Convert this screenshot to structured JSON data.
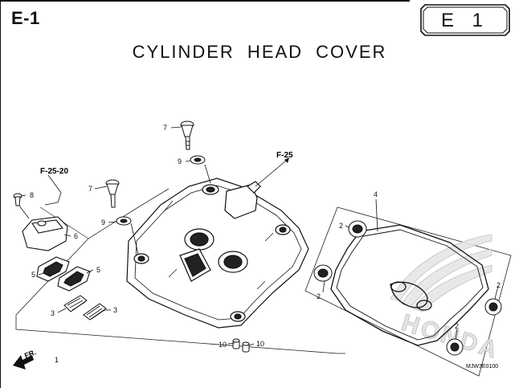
{
  "header": {
    "section_ref": "E-1",
    "badge_label": "E 1",
    "title": "CYLINDER HEAD COVER"
  },
  "diagram": {
    "ref_labels": {
      "f25": "F-25",
      "f2520": "F-25-20",
      "front": "FR."
    },
    "callouts": {
      "c1": "1",
      "c2a": "2",
      "c2b": "2",
      "c2c": "2",
      "c2d": "2",
      "c3a": "3",
      "c3b": "3",
      "c4": "4",
      "c5a": "5",
      "c5b": "5",
      "c6": "6",
      "c7a": "7",
      "c7b": "7",
      "c8": "8",
      "c9a": "9",
      "c9b": "9",
      "c10a": "10",
      "c10b": "10"
    },
    "drawing_code": "MJW3E0100",
    "watermark": "HONDA"
  }
}
